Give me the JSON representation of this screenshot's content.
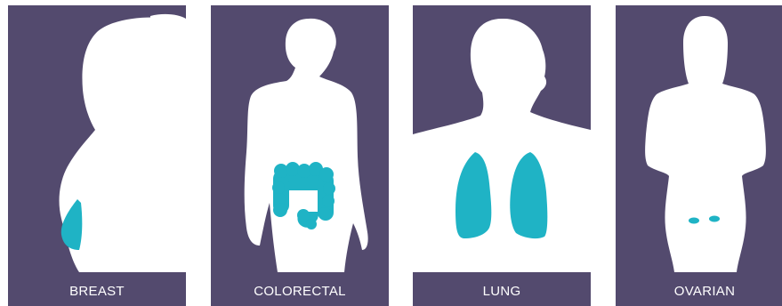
{
  "colors": {
    "panel_background": "#534a6e",
    "silhouette": "#ffffff",
    "organ_accent": "#1fb3c5",
    "caption_text": "#ffffff"
  },
  "panels": [
    {
      "label": "BREAST",
      "icon": "breast-silhouette-icon"
    },
    {
      "label": "COLORECTAL",
      "icon": "colon-silhouette-icon"
    },
    {
      "label": "LUNG",
      "icon": "lungs-silhouette-icon"
    },
    {
      "label": "OVARIAN",
      "icon": "ovaries-silhouette-icon"
    }
  ]
}
